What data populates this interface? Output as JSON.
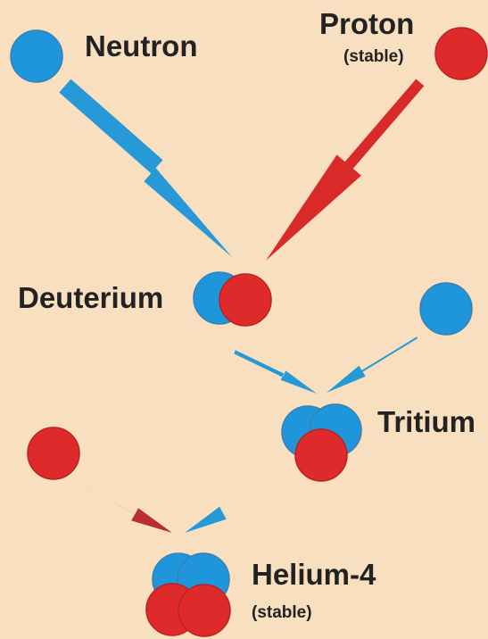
{
  "colors": {
    "background": "#f8dfc0",
    "neutron": "#1f95db",
    "neutron_edge": "#3a7fb0",
    "proton": "#de2a2a",
    "proton_edge": "#b82424",
    "arrow_blue": "#2798d8",
    "arrow_red": "#d92a2a",
    "arrow_dark_red": "#b72e34",
    "text": "#222222"
  },
  "labels": {
    "neutron": "Neutron",
    "proton": "Proton",
    "proton_note": "(stable)",
    "deuterium": "Deuterium",
    "tritium": "Tritium",
    "helium": "Helium-4",
    "helium_note": "(stable)"
  }
}
